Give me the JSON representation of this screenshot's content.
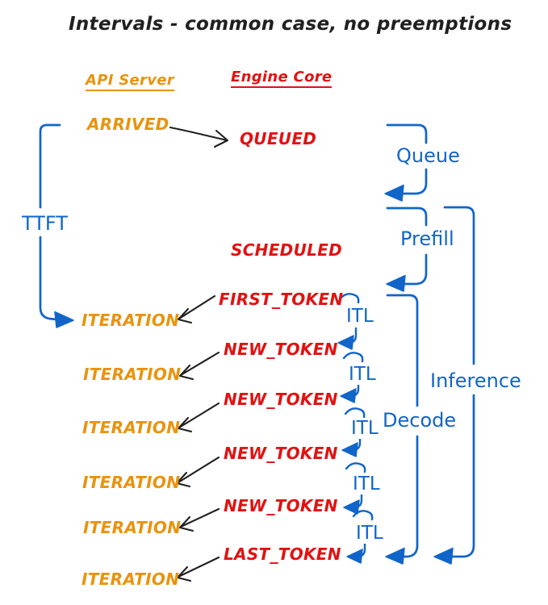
{
  "title": "Intervals - common case, no preemptions",
  "columns": {
    "api_server": "API Server",
    "engine_core": "Engine Core"
  },
  "events": {
    "arrived": "ARRIVED",
    "queued": "QUEUED",
    "scheduled": "SCHEDULED",
    "first_token": "FIRST_TOKEN",
    "new_token": "NEW_TOKEN",
    "last_token": "LAST_TOKEN",
    "iteration": "ITERATION"
  },
  "intervals": {
    "ttft": "TTFT",
    "queue": "Queue",
    "prefill": "Prefill",
    "itl": "ITL",
    "decode": "Decode",
    "inference": "Inference"
  },
  "colors": {
    "api_server_orange": "#E8930E",
    "engine_core_red": "#E11212",
    "interval_blue": "#1165C9",
    "ink_black": "#202020",
    "background": "#ffffff"
  }
}
